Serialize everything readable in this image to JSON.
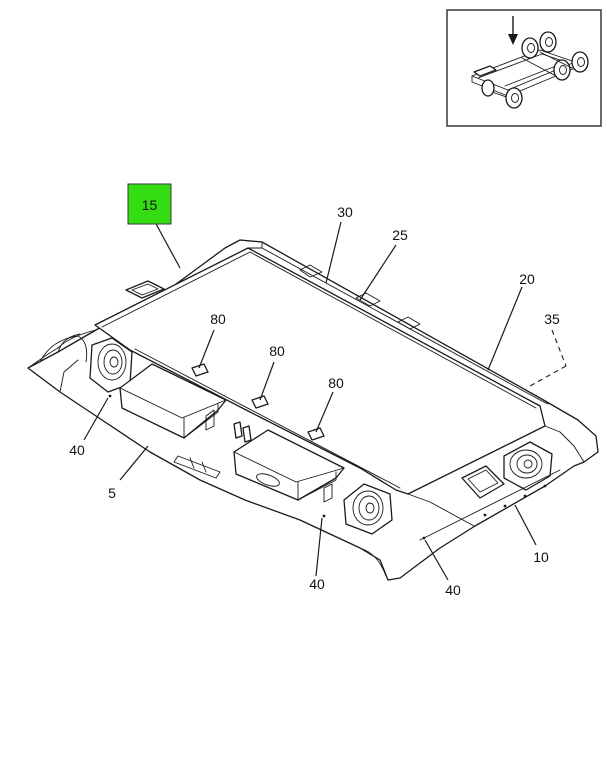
{
  "highlight_color": "#33dd11",
  "callouts": {
    "c15": "15",
    "c30": "30",
    "c25": "25",
    "c20": "20",
    "c35": "35",
    "c80a": "80",
    "c80b": "80",
    "c80c": "80",
    "c40a": "40",
    "c5": "5",
    "c40b": "40",
    "c40c": "40",
    "c10": "10"
  },
  "icons": {
    "locator": "truck-chassis-locator-icon",
    "arrow": "arrow-down-icon"
  }
}
